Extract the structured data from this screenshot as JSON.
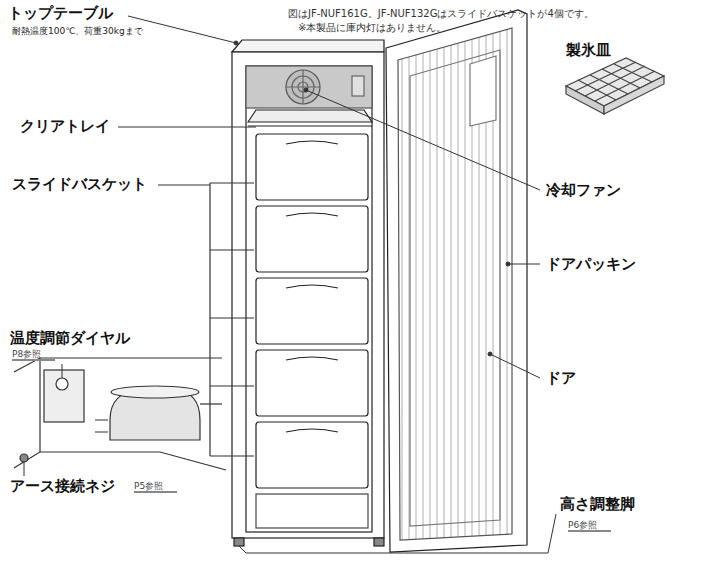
{
  "diagram": {
    "labels": [
      "図はJF-NUF161G。JF-NUF132Gはスライドバスケットが4個です。",
      "※本製品に庫内灯はありません。",
      "トップテーブル",
      "耐熱温度100℃、荷重30kgまで",
      "クリアトレイ",
      "スライドバスケット",
      "温度調節ダイヤル",
      "P8参照",
      "アース接続ネジ",
      "P5参照",
      "製氷皿",
      "冷却ファン",
      "ドアパッキン",
      "ドア",
      "高さ調整脚",
      "P6参照"
    ]
  }
}
